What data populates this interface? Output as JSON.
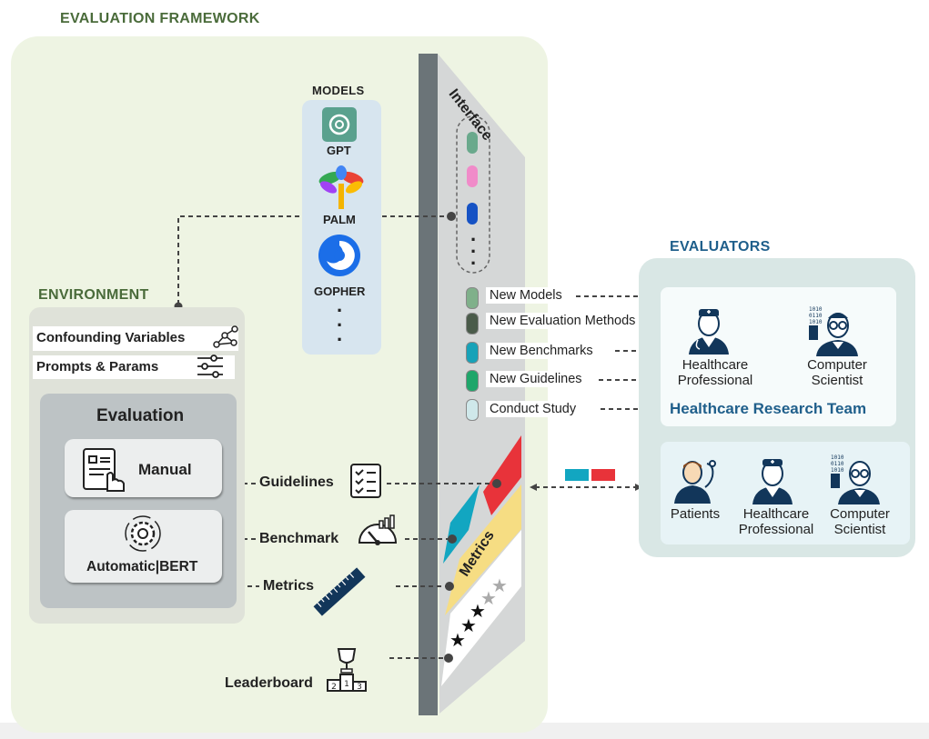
{
  "framework": {
    "title": "EVALUATION FRAMEWORK"
  },
  "models": {
    "title": "MODELS",
    "items": [
      {
        "label": "GPT",
        "icon": "openai-icon",
        "color": "#5aa18e"
      },
      {
        "label": "PALM",
        "icon": "palm-icon"
      },
      {
        "label": "GOPHER",
        "icon": "gopher-icon",
        "color": "#1b6ee8"
      }
    ]
  },
  "environment": {
    "title": "ENVIRONMENT",
    "confounding": "Confounding Variables",
    "prompts": "Prompts & Params",
    "evaluation": {
      "title": "Evaluation",
      "manual": "Manual",
      "automatic": "Automatic|BERT"
    }
  },
  "links": {
    "guidelines": "Guidelines",
    "benchmark": "Benchmark",
    "metrics": "Metrics",
    "leaderboard": "Leaderboard"
  },
  "interface": {
    "label": "Interface",
    "metrics_label": "Metrics",
    "items": [
      {
        "label": "New Models",
        "color": "#7fb08a"
      },
      {
        "label": "New Evaluation Methods",
        "color": "#4a5b4a"
      },
      {
        "label": "New Benchmarks",
        "color": "#17a2b8"
      },
      {
        "label": "New Guidelines",
        "color": "#1fa66a"
      },
      {
        "label": "Conduct Study",
        "color": "#cfe8ea"
      }
    ],
    "pill_colors": [
      "#6aa98c",
      "#f08bc9",
      "#1652c4"
    ]
  },
  "evaluators": {
    "title": "EVALUATORS",
    "team_label": "Healthcare Research Team",
    "team": [
      {
        "label": "Healthcare\nProfessional",
        "icon": "doctor-icon"
      },
      {
        "label": "Computer\nScientist",
        "icon": "scientist-icon"
      }
    ],
    "study": [
      {
        "label": "Patients",
        "icon": "patient-icon"
      },
      {
        "label": "Healthcare\nProfessional",
        "icon": "doctor-icon"
      },
      {
        "label": "Computer\nScientist",
        "icon": "scientist-icon"
      }
    ]
  },
  "colors": {
    "metrics_red": "#e8333a",
    "metrics_teal": "#12a6c1",
    "metrics_yellow": "#f6dd83",
    "icon_navy": "#12365a"
  }
}
